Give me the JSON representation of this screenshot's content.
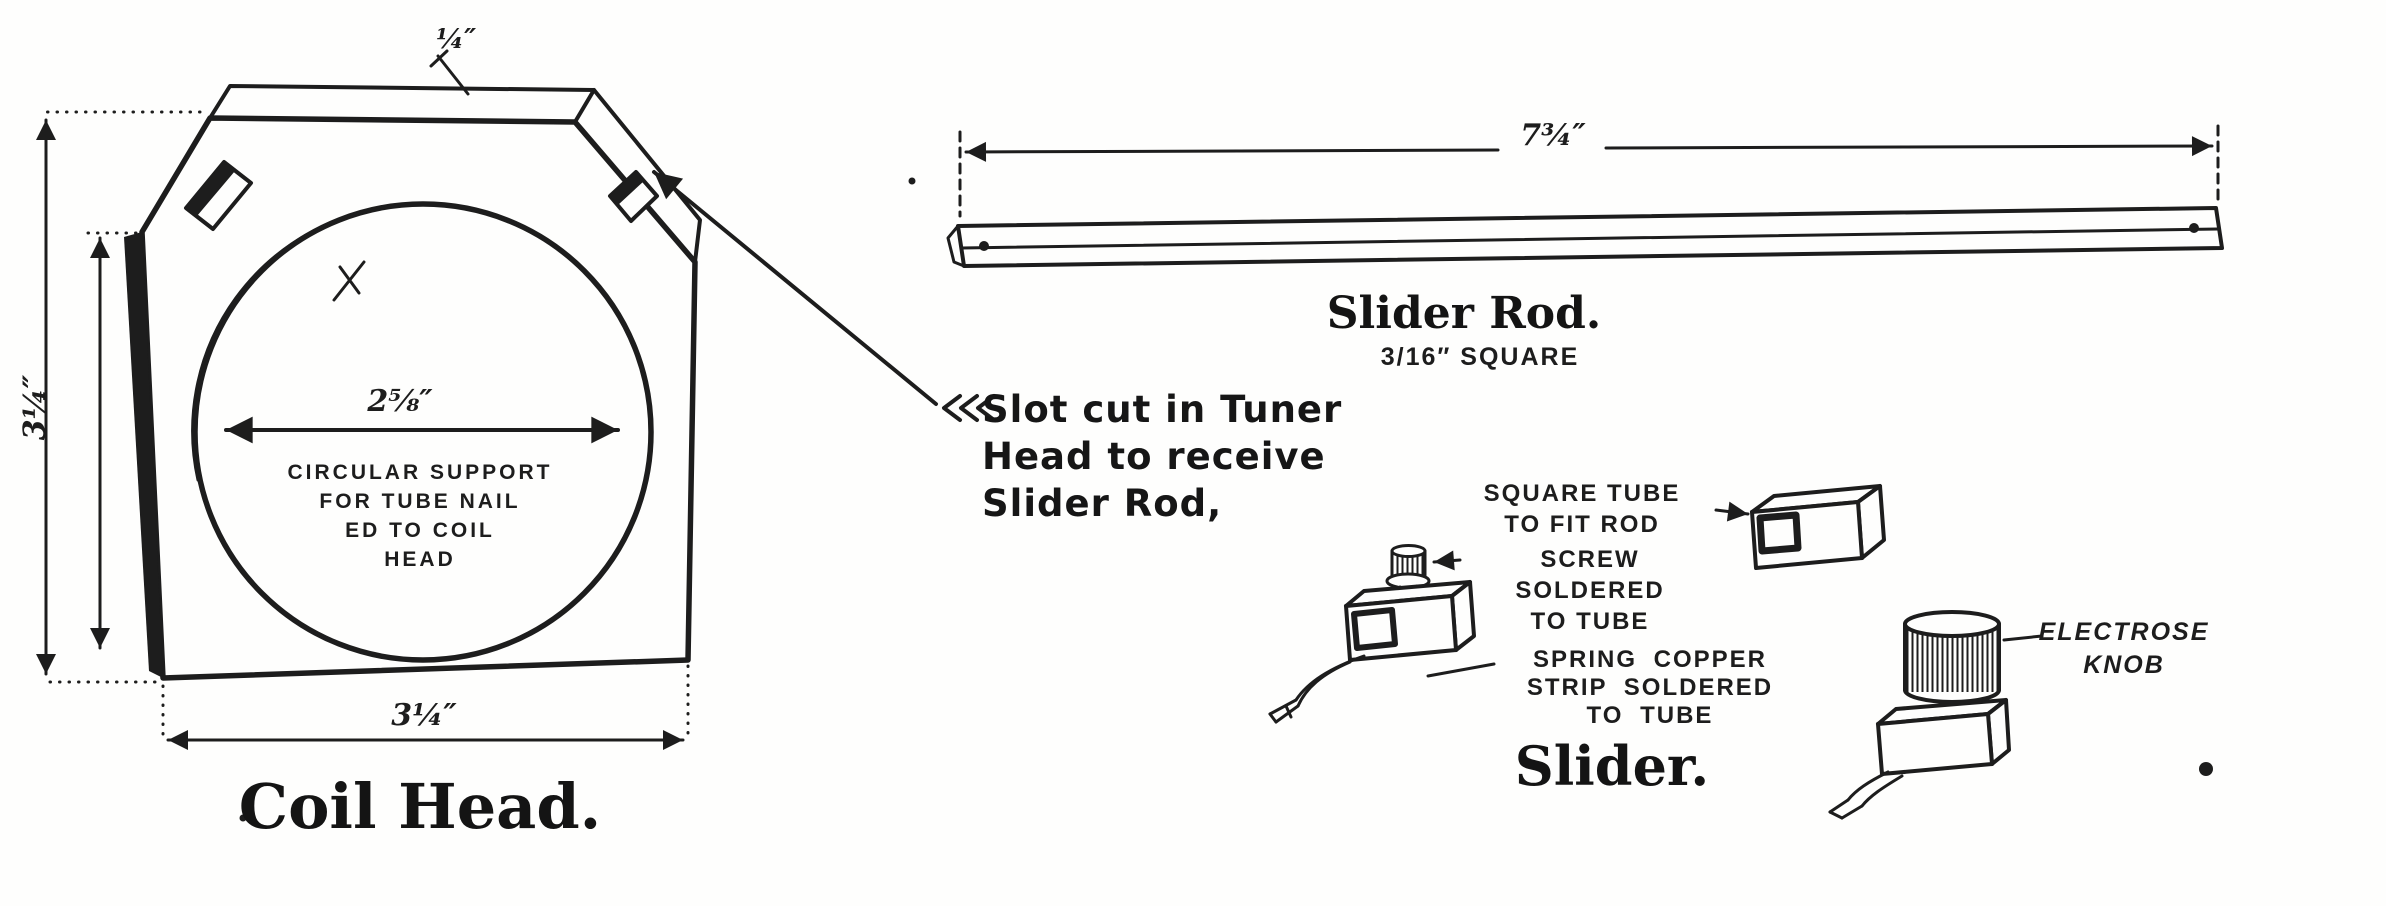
{
  "page": {
    "paper_color": "#fefefd",
    "ink_color": "#1d1d1d"
  },
  "coil_head": {
    "title": "Coil Head.",
    "support_note_lines": [
      "CIRCULAR SUPPORT",
      "FOR TUBE NAIL",
      "ED TO COIL",
      "HEAD"
    ],
    "diameter_dim": "2⅝″",
    "height_dim": "3¼″",
    "width_dim": "3¼″",
    "thickness_dim": "¼″"
  },
  "slot_note": {
    "lines": [
      "Slot cut in Tuner",
      "Head to receive",
      "Slider Rod,"
    ]
  },
  "slider_rod": {
    "title": "Slider Rod.",
    "size_note": "3/16″ SQUARE",
    "length_dim": "7¾″"
  },
  "slider": {
    "title": "Slider.",
    "square_tube_lines": [
      "SQUARE TUBE",
      "TO FIT ROD"
    ],
    "screw_lines": [
      "SCREW SOLDERED",
      "TO TUBE"
    ],
    "spring_lines": [
      "SPRING COPPER",
      "STRIP SOLDERED",
      "TO TUBE"
    ],
    "knob_lines": [
      "ELECTROSE",
      "KNOB"
    ]
  }
}
